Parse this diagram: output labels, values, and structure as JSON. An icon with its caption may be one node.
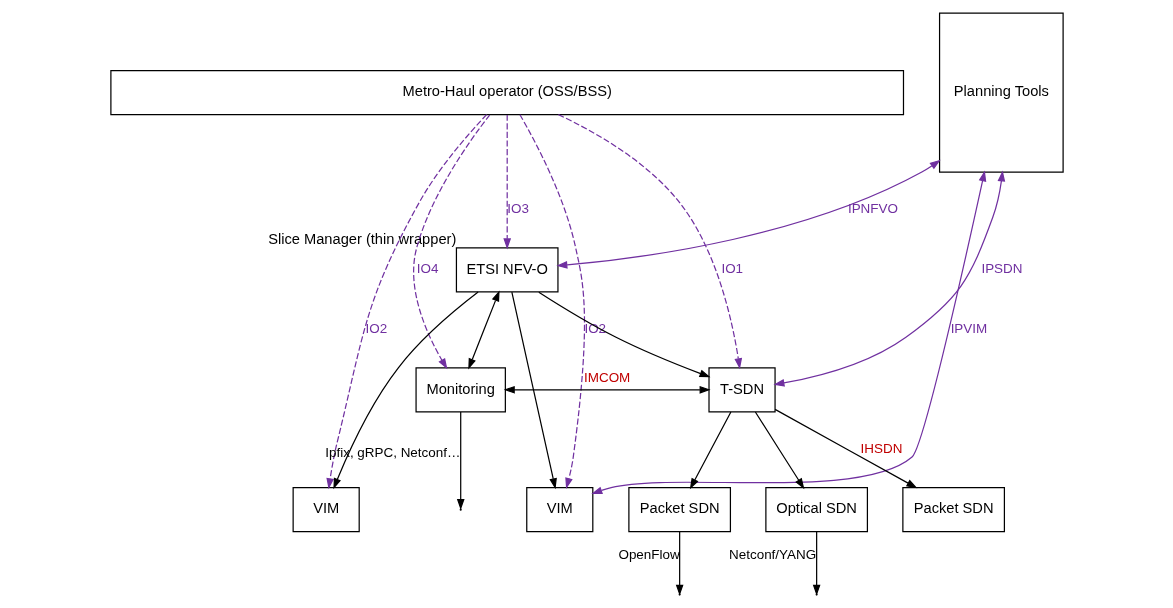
{
  "diagram": {
    "nodes": [
      {
        "text": [
          "Metro-Haul operator (OSS/BSS)"
        ]
      },
      {
        "text": [
          "ETSI NFV-O"
        ],
        "beside": [
          "Slice Manager (thin wrapper)"
        ]
      },
      {
        "text": [
          "Planning Tools"
        ]
      },
      {
        "text": [
          "Monitoring"
        ]
      },
      {
        "text": [
          "T-SDN"
        ]
      },
      {
        "text": [
          "VIM"
        ]
      },
      {
        "text": [
          "Packet SDN"
        ]
      },
      {
        "text": [
          "Optical SDN"
        ]
      },
      {
        "text": [
          "Packet SDN"
        ]
      },
      {
        "text": [
          "VIM"
        ]
      }
    ],
    "edges": [
      {
        "from": 0,
        "to": 5,
        "arrow": "to",
        "label": "IO2",
        "style": "dashed",
        "color": "#7030a0"
      },
      {
        "from": 0,
        "to": 3,
        "arrow": "to",
        "label": "IO4",
        "style": "dashed",
        "color": "#7030a0"
      },
      {
        "from": 0,
        "to": 4,
        "arrow": "to",
        "label": "IO1",
        "style": "dashed",
        "color": "#7030a0"
      },
      {
        "from": 0,
        "to": 1,
        "arrow": "to",
        "label": "IO3",
        "style": "dashed",
        "color": "#7030a0"
      },
      {
        "from": 0,
        "to": 9,
        "arrow": "to",
        "label": "IO2",
        "style": "dashed",
        "color": "#7030a0"
      },
      {
        "from": 1,
        "to": 5,
        "arrow": "to"
      },
      {
        "from": 1,
        "to": 9,
        "arrow": "to"
      },
      {
        "from": 1,
        "to": 2,
        "arrow": "both",
        "label": "IPNFVO",
        "color": "#7030a0"
      },
      {
        "from": 1,
        "to": 3,
        "arrow": "both"
      },
      {
        "from": 1,
        "to": 4,
        "arrow": "to"
      },
      {
        "from": 3,
        "to": 4,
        "arrow": "both",
        "label": "IMCOM"
      },
      {
        "from": 4,
        "to": 2,
        "arrow": "both",
        "label": "IPSDN",
        "color": "#7030a0"
      },
      {
        "from": 2,
        "to": 9,
        "arrow": "both",
        "label": "IPVIM",
        "color": "#7030a0"
      },
      {
        "from": 4,
        "to": 6,
        "arrow": "to"
      },
      {
        "from": 4,
        "to": 7,
        "arrow": "to"
      },
      {
        "from": 4,
        "to": 8,
        "arrow": "to",
        "label": "IHSDN"
      },
      {
        "from": 3,
        "to": null,
        "arrow": "to",
        "label": "Ipfix, gRPC, Netconf…"
      },
      {
        "from": 6,
        "to": null,
        "arrow": "to",
        "label": "OpenFlow"
      },
      {
        "from": 7,
        "to": null,
        "arrow": "to",
        "label": "Netconf/YANG"
      }
    ]
  }
}
